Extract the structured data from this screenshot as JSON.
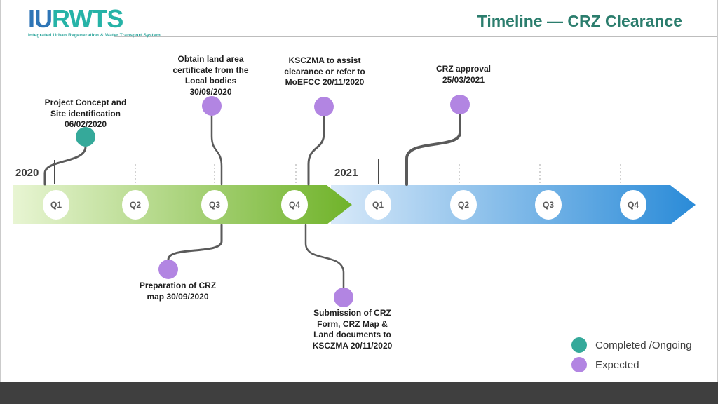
{
  "header": {
    "logo": {
      "wordmark_primary": "IU",
      "wordmark_secondary": "RWTS",
      "tagline": "Integrated Urban Regeneration & Water Transport System"
    },
    "title": "Timeline — CRZ Clearance"
  },
  "timeline": {
    "years": [
      "2020",
      "2021"
    ],
    "quarters": [
      "Q1",
      "Q2",
      "Q3",
      "Q4",
      "Q1",
      "Q2",
      "Q3",
      "Q4"
    ]
  },
  "milestones": [
    {
      "label": "Project Concept and\nSite identification\n06/02/2020",
      "status": "completed",
      "placement": "above"
    },
    {
      "label": "Obtain land area\ncertificate from the\nLocal bodies\n30/09/2020",
      "status": "expected",
      "placement": "above"
    },
    {
      "label": "KSCZMA to assist\nclearance or refer to\nMoEFCC 20/11/2020",
      "status": "expected",
      "placement": "above"
    },
    {
      "label": "CRZ approval\n25/03/2021",
      "status": "expected",
      "placement": "above"
    },
    {
      "label": "Preparation of CRZ\nmap 30/09/2020",
      "status": "expected",
      "placement": "below"
    },
    {
      "label": "Submission of CRZ\nForm, CRZ Map &\nLand documents to\nKSCZMA  20/11/2020",
      "status": "expected",
      "placement": "below"
    }
  ],
  "legend": [
    {
      "label": "Completed /Ongoing",
      "color": "#35a99a"
    },
    {
      "label": "Expected",
      "color": "#b285e2"
    }
  ],
  "colors": {
    "completed_dot": "#35a99a",
    "expected_dot": "#b285e2",
    "title_teal": "#2b7d6d",
    "logo_blue": "#2e75b6",
    "logo_teal": "#26b3a7",
    "green_bar_start": "#e8f5d3",
    "green_bar_end": "#70b32a",
    "blue_bar_start": "#d8e9f9",
    "blue_bar_end": "#2a8bd8",
    "connector_gray": "#5a5a5a",
    "footer_bar": "#3f3f3f"
  }
}
